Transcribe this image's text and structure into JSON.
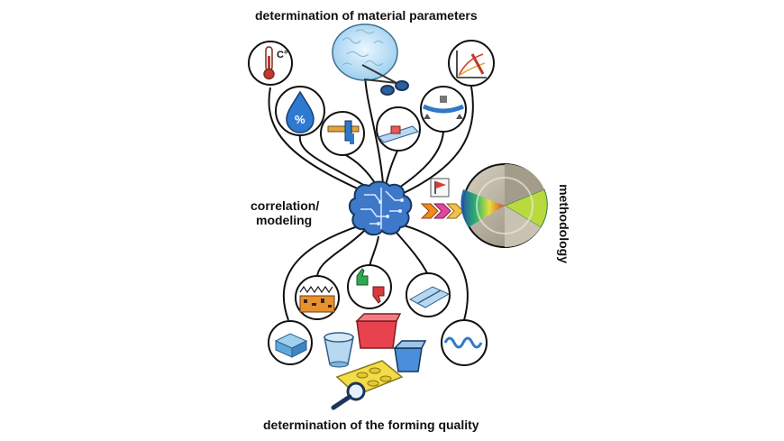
{
  "labels": {
    "top_title": "determination of material parameters",
    "bottom_title": "determination of the forming quality",
    "correlation_line1": "correlation/",
    "correlation_line2": "modeling",
    "methodology": "methodology",
    "temperature_unit": "C°",
    "moisture_symbol": "%"
  },
  "colors": {
    "outline": "#111111",
    "brain": "#3d78c9",
    "brain_light": "#7fb2ef",
    "water_drop": "#2e7ad1",
    "thermometer": "#c0392b",
    "arrow_orange": "#f08a1c",
    "arrow_pink": "#e2479a",
    "thumb_up": "#2fa84f",
    "thumb_down": "#d83a3a",
    "cup_red": "#e8424f",
    "cup_blue": "#4a8fd9",
    "tray_yellow": "#f2dc4a",
    "wave_blue": "#2f79c7"
  },
  "icons": {
    "material_top": [
      "thermometer-icon",
      "water-drop-percent-icon",
      "caliper-icon",
      "tensile-sample-icon",
      "bending-test-icon",
      "stress-strain-chart-icon",
      "paper-fiber-scissors-icon"
    ],
    "quality_bottom": [
      "surface-texture-icon",
      "thumbs-up-down-icon",
      "crease-icon",
      "box-sample-icon",
      "formed-cups-icon",
      "wave-profile-icon",
      "magnifier-tray-icon"
    ],
    "center": "brain-network-icon",
    "right": [
      "flag-icon",
      "chevron-arrows-icon",
      "methodology-disc-icon"
    ]
  }
}
